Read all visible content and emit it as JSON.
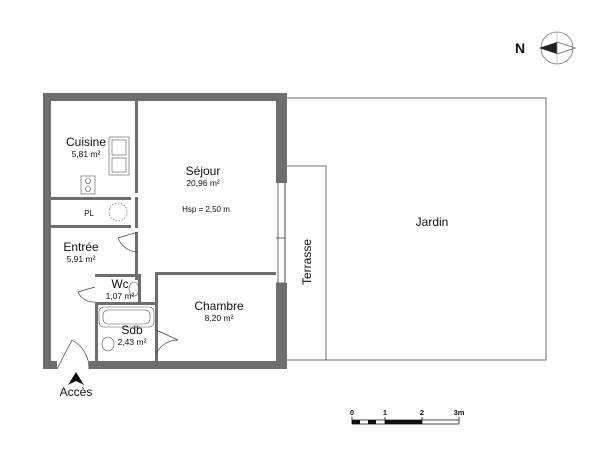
{
  "rooms": {
    "cuisine": {
      "name": "Cuisine",
      "area": "5,81 m²"
    },
    "sejour": {
      "name": "Séjour",
      "area": "20,96 m²",
      "height_note": "Hsp = 2,50 m"
    },
    "entree": {
      "name": "Entrée",
      "area": "5,91 m²"
    },
    "wc": {
      "name": "Wc",
      "area": "1,07 m²"
    },
    "sdb": {
      "name": "Sdb",
      "area": "2,43 m²"
    },
    "chambre": {
      "name": "Chambre",
      "area": "8,20 m²"
    },
    "pl": {
      "name": "PL"
    },
    "terrasse": {
      "name": "Terrasse"
    },
    "jardin": {
      "name": "Jardin"
    }
  },
  "access_label": "Accès",
  "compass": {
    "letter": "N"
  },
  "scale": {
    "ticks": [
      "0",
      "1",
      "2",
      "3m"
    ]
  }
}
